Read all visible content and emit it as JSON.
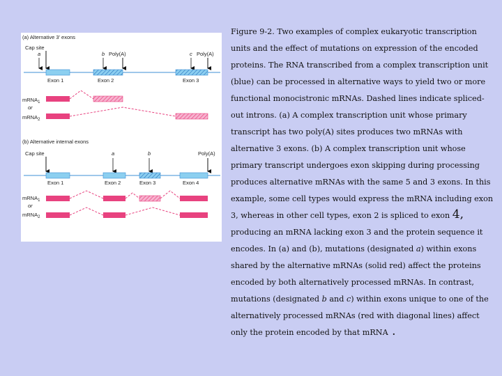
{
  "figure": {
    "part_a": {
      "title": "(a) Alternative 3' exons",
      "cap_site": "Cap site",
      "marker_a": "a",
      "marker_b": "b",
      "marker_c": "c",
      "polya_1": "Poly(A)",
      "polya_2": "Poly(A)",
      "exons": [
        "Exon 1",
        "Exon 2",
        "Exon 3"
      ],
      "mrna1": "mRNA",
      "mrna1_sub": "1",
      "or": "or",
      "mrna2": "mRNA",
      "mrna2_sub": "2"
    },
    "part_b": {
      "title": "(b) Alternative internal exons",
      "cap_site": "Cap site",
      "marker_a": "a",
      "marker_b": "b",
      "polya": "Poly(A)",
      "exons": [
        "Exon 1",
        "Exon 2",
        "Exon 3",
        "Exon 4"
      ],
      "mrna1": "mRNA",
      "mrna1_sub": "1",
      "or": "or",
      "mrna2": "mRNA",
      "mrna2_sub": "2"
    },
    "colors": {
      "exon_blue": "#8ccff0",
      "hatched_blue": "#6fb5e8",
      "mrna_red": "#e8427f",
      "mrna_hatch": "#f49ac0",
      "intron_line": "#3d8fd6",
      "panel_bg": "#ffffff",
      "slide_bg": "#c9cdf3"
    }
  },
  "caption": {
    "lines": [
      "Figure 9-2. Two examples of complex eukaryotic transcription",
      "units and the effect of mutations on expression of the encoded",
      "proteins. The RNA transcribed from a complex transcription unit",
      "(blue) can be processed in alternative ways to yield two or more",
      "functional monocistronic mRNAs. Dashed lines indicate spliced-",
      "out introns. (a) A complex transcription unit whose primary",
      "transcript has two poly(A) sites produces two mRNAs with",
      "alternative 3 exons. (b) A complex transcription unit whose",
      "primary transcript undergoes exon skipping during processing",
      "produces alternative mRNAs with the same 5 and 3 exons. In this",
      "example, some cell types would express the mRNA including exon"
    ],
    "line12_pre": "3, whereas in other cell types, exon 2 is spliced to exon ",
    "line12_big": "4,",
    "line13": "producing an mRNA lacking exon 3 and the protein sequence it",
    "line14_pre": "encodes. In (a) and (b), mutations (designated ",
    "line14_em": "a",
    "line14_post": ") within exons",
    "line15": "shared by the alternative mRNAs (solid red) affect the proteins",
    "line16": "encoded by both alternatively processed mRNAs. In contrast,",
    "line17_pre": "mutations (designated ",
    "line17_em1": "b",
    "line17_mid": " and ",
    "line17_em2": "c",
    "line17_post": ") within exons unique to one of the",
    "line18": "alternatively processed mRNAs (red with diagonal lines) affect",
    "line19_pre": "only the protein encoded by that mRNA",
    "line19_big": " ."
  }
}
